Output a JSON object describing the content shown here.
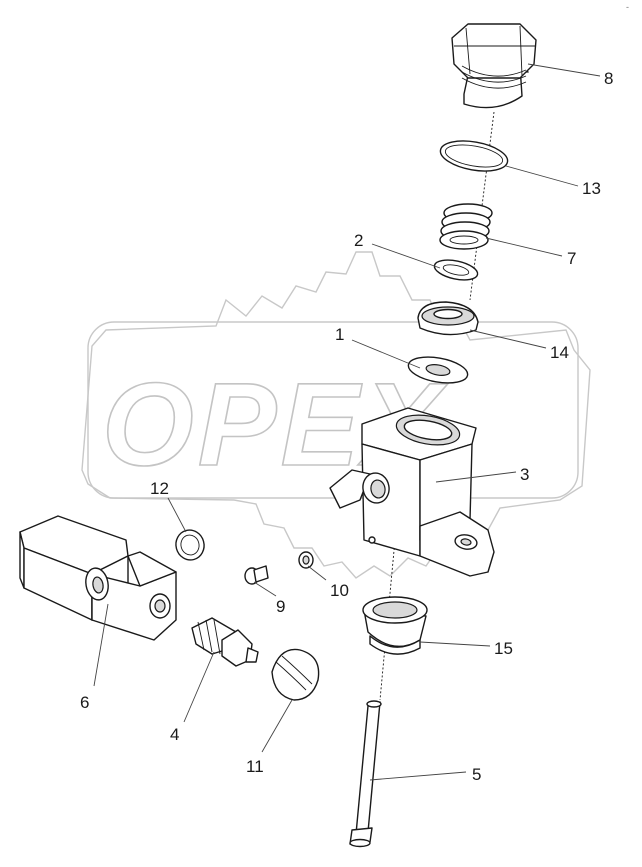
{
  "watermark": {
    "logo_text": "OPEX"
  },
  "corner_mark": "-",
  "parts": [
    {
      "id": "part-1",
      "number": "1"
    },
    {
      "id": "part-2",
      "number": "2"
    },
    {
      "id": "part-3",
      "number": "3"
    },
    {
      "id": "part-4",
      "number": "4"
    },
    {
      "id": "part-5",
      "number": "5"
    },
    {
      "id": "part-6",
      "number": "6"
    },
    {
      "id": "part-7",
      "number": "7"
    },
    {
      "id": "part-8",
      "number": "8"
    },
    {
      "id": "part-9",
      "number": "9"
    },
    {
      "id": "part-10",
      "number": "10"
    },
    {
      "id": "part-11",
      "number": "11"
    },
    {
      "id": "part-12",
      "number": "12"
    },
    {
      "id": "part-13",
      "number": "13"
    },
    {
      "id": "part-14",
      "number": "14"
    },
    {
      "id": "part-15",
      "number": "15"
    }
  ]
}
